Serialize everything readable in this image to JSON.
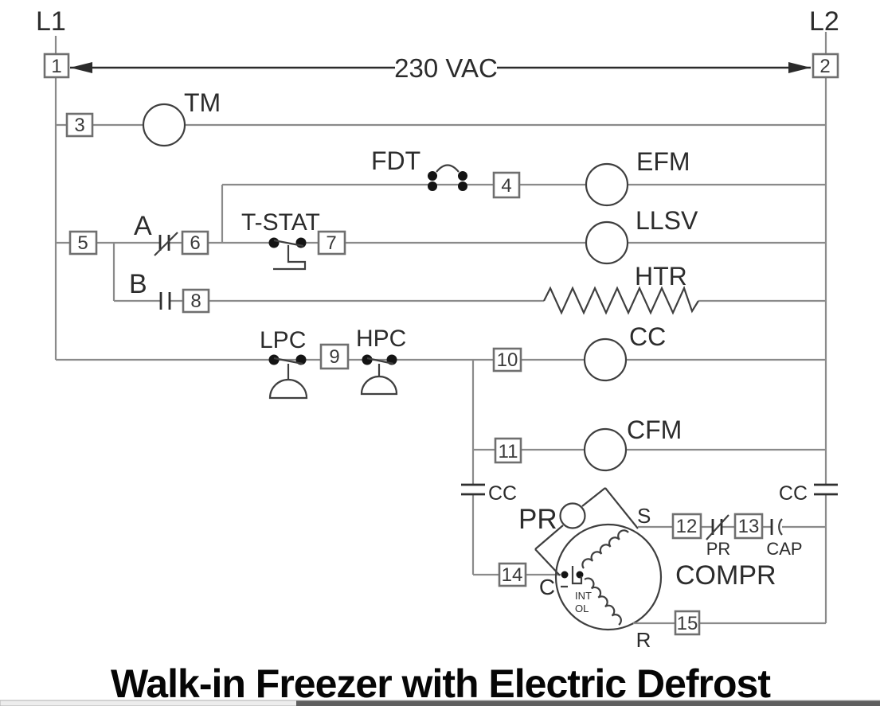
{
  "diagram": {
    "power": {
      "l1": "L1",
      "l2": "L2",
      "voltage": "230 VAC"
    },
    "terminals": [
      "1",
      "2",
      "3",
      "4",
      "5",
      "6",
      "7",
      "8",
      "9",
      "10",
      "11",
      "12",
      "13",
      "14",
      "15"
    ],
    "components": {
      "tm": "TM",
      "fdt": "FDT",
      "efm": "EFM",
      "contact_a": "A",
      "tstat": "T-STAT",
      "llsv": "LLSV",
      "contact_b": "B",
      "htr": "HTR",
      "lpc": "LPC",
      "hpc": "HPC",
      "cc_coil": "CC",
      "cfm": "CFM",
      "cc_contact_left": "CC",
      "cc_contact_right": "CC",
      "pr_coil": "PR",
      "pr_contact": "PR",
      "cap": "CAP",
      "compr": "COMPR",
      "term_s": "S",
      "term_c": "C",
      "term_r": "R",
      "int_ol_line1": "INT",
      "int_ol_line2": "OL"
    },
    "title": "Walk-in Freezer with Electric Defrost",
    "colors": {
      "wire": "#8a8a8a",
      "symbol": "#2f2f2f",
      "scroll_thumb": "#5f5f5f"
    }
  }
}
